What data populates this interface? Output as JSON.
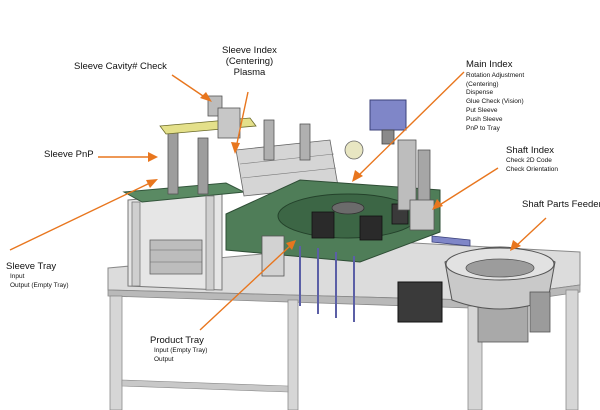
{
  "colors": {
    "arrow": "#e8761e",
    "frame": "#cfcfcf",
    "frame_dark": "#9a9a9a",
    "plate_green": "#4f7d58",
    "plate_green_dark": "#33553b",
    "accent_blue": "#7f86c8",
    "accent_yellow": "#e4e08a"
  },
  "labels": {
    "sleeve_cavity": {
      "title": "Sleeve Cavity# Check"
    },
    "sleeve_index": {
      "lines": [
        "Sleeve Index",
        "(Centering)",
        "Plasma"
      ]
    },
    "main_index": {
      "title": "Main Index",
      "items": [
        "Rotation Adjustment",
        "(Centering)",
        "Dispense",
        "Glue Check (Vision)",
        "Put Sleeve",
        "Push Sleeve",
        "PnP to Tray"
      ]
    },
    "sleeve_pnp": {
      "title": "Sleeve PnP"
    },
    "shaft_index": {
      "title": "Shaft Index",
      "items": [
        "Check 2D Code",
        "Check Orientation"
      ]
    },
    "shaft_feeder": {
      "title": "Shaft Parts Feeder"
    },
    "sleeve_tray": {
      "title": "Sleeve Tray",
      "items": [
        "Input",
        "Output (Empty Tray)"
      ]
    },
    "product_tray": {
      "title": "Product Tray",
      "items": [
        "Input (Empty Tray)",
        "Output"
      ]
    }
  }
}
